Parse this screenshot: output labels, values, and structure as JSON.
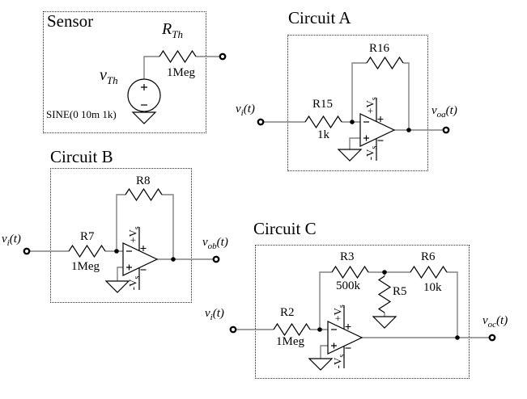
{
  "palette": {
    "wire": "#808080",
    "symbol": "#000000",
    "text": "#000000",
    "background": "#ffffff"
  },
  "sensor": {
    "title": "Sensor",
    "source": {
      "name_base": "v",
      "name_sub": "Th",
      "plus_marker": "+",
      "minus_marker": "−",
      "directive": "SINE(0 10m 1k)"
    },
    "resistor": {
      "name_base": "R",
      "name_sub": "Th",
      "value": "1Meg"
    }
  },
  "opamp": {
    "supply_top_base": "+V",
    "supply_top_sub": "s",
    "supply_bottom_base": "-V",
    "supply_bottom_sub": "s",
    "inverting_marker": "−",
    "noninverting_marker": "+",
    "supply_plus_marker": "+",
    "supply_minus_marker": "−"
  },
  "circuit_a": {
    "title": "Circuit A",
    "input": {
      "base": "v",
      "sub": "i",
      "suffix": "(t)"
    },
    "output": {
      "base": "v",
      "sub": "oa",
      "suffix": "(t)"
    },
    "input_resistor": {
      "name": "R15",
      "value": "1k"
    },
    "feedback_resistor": {
      "name": "R16"
    }
  },
  "circuit_b": {
    "title": "Circuit B",
    "input": {
      "base": "v",
      "sub": "i",
      "suffix": "(t)"
    },
    "output": {
      "base": "v",
      "sub": "ob",
      "suffix": "(t)"
    },
    "input_resistor": {
      "name": "R7",
      "value": "1Meg"
    },
    "feedback_resistor": {
      "name": "R8"
    }
  },
  "circuit_c": {
    "title": "Circuit C",
    "input": {
      "base": "v",
      "sub": "i",
      "suffix": "(t)"
    },
    "output": {
      "base": "v",
      "sub": "oc",
      "suffix": "(t)"
    },
    "input_resistor": {
      "name": "R2",
      "value": "1Meg"
    },
    "resistor_r3": {
      "name": "R3",
      "value": "500k"
    },
    "resistor_r5": {
      "name": "R5"
    },
    "resistor_r6": {
      "name": "R6",
      "value": "10k"
    }
  }
}
